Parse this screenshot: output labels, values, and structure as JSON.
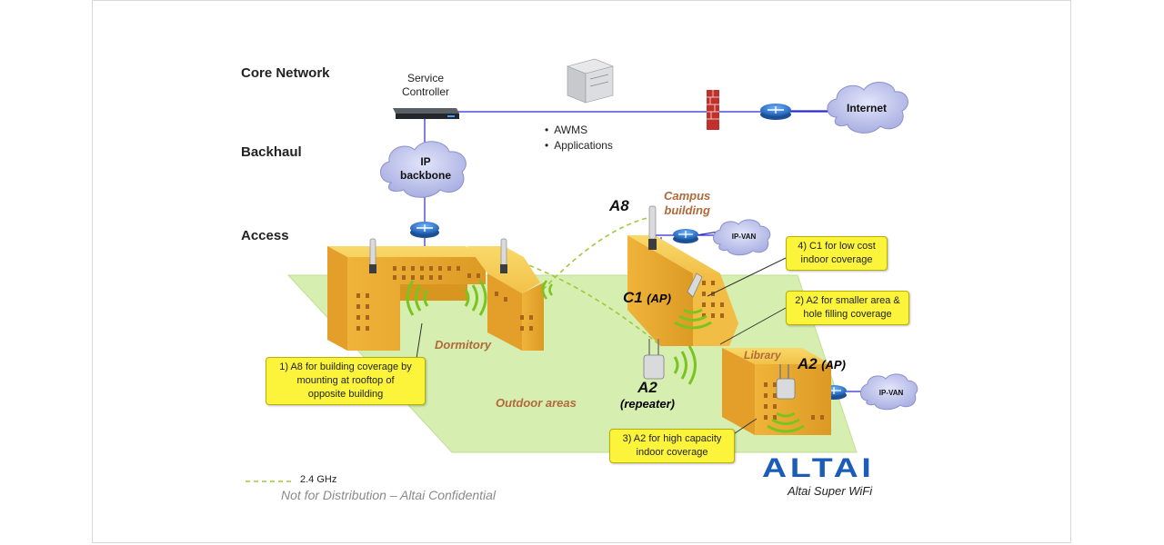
{
  "layers": {
    "core": "Core Network",
    "backhaul": "Backhaul",
    "access": "Access"
  },
  "service_controller": {
    "line1": "Service",
    "line2": "Controller"
  },
  "servers": {
    "bullet1": "AWMS",
    "bullet2": "Applications"
  },
  "internet": "Internet",
  "ip_backbone": {
    "line1": "IP",
    "line2": "backbone"
  },
  "ipvan_top": "IP-VAN",
  "ipvan_bottom": "IP-VAN",
  "labels": {
    "a8": "A8",
    "campus": {
      "line1": "Campus",
      "line2": "building"
    },
    "c1": "C1",
    "c1_ap": "(AP)",
    "a2_rep": "A2",
    "a2_rep_sub": "(repeater)",
    "a2_ap": "A2",
    "a2_ap_sub": "(AP)",
    "library": "Library",
    "dormitory": "Dormitory",
    "outdoor": "Outdoor areas"
  },
  "callouts": {
    "c1": {
      "line1": "4) C1 for low cost",
      "line2": "indoor coverage"
    },
    "a2_small": {
      "line1": "2) A2 for smaller area &",
      "line2": "hole filling coverage"
    },
    "a8": {
      "line1": "1) A8 for building coverage by",
      "line2": "mounting at rooftop of",
      "line3": "opposite building"
    },
    "a2_high": {
      "line1": "3) A2 for high capacity",
      "line2": "indoor coverage"
    }
  },
  "legend": {
    "label": "2.4 GHz"
  },
  "confidential": "Not for Distribution – Altai Confidential",
  "brand": {
    "logo": "ALTAI",
    "tagline": "Altai Super WiFi"
  },
  "colors": {
    "ground": "#d6eeb0",
    "building_top": "#f7cf55",
    "building_side": "#e9a830",
    "signal": "#7ac41f",
    "cloud": "#c9cdf0",
    "router": "#2f7fd6",
    "callout": "#fbf43b",
    "brand": "#1a5cb8"
  }
}
